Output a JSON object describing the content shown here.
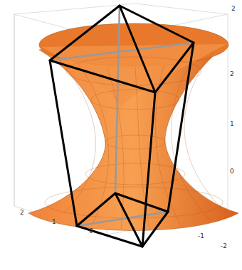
{
  "diagram": {
    "labels": [
      "2",
      "1",
      "0",
      "-1",
      "-2",
      "2",
      "2",
      "1",
      "0"
    ]
  }
}
